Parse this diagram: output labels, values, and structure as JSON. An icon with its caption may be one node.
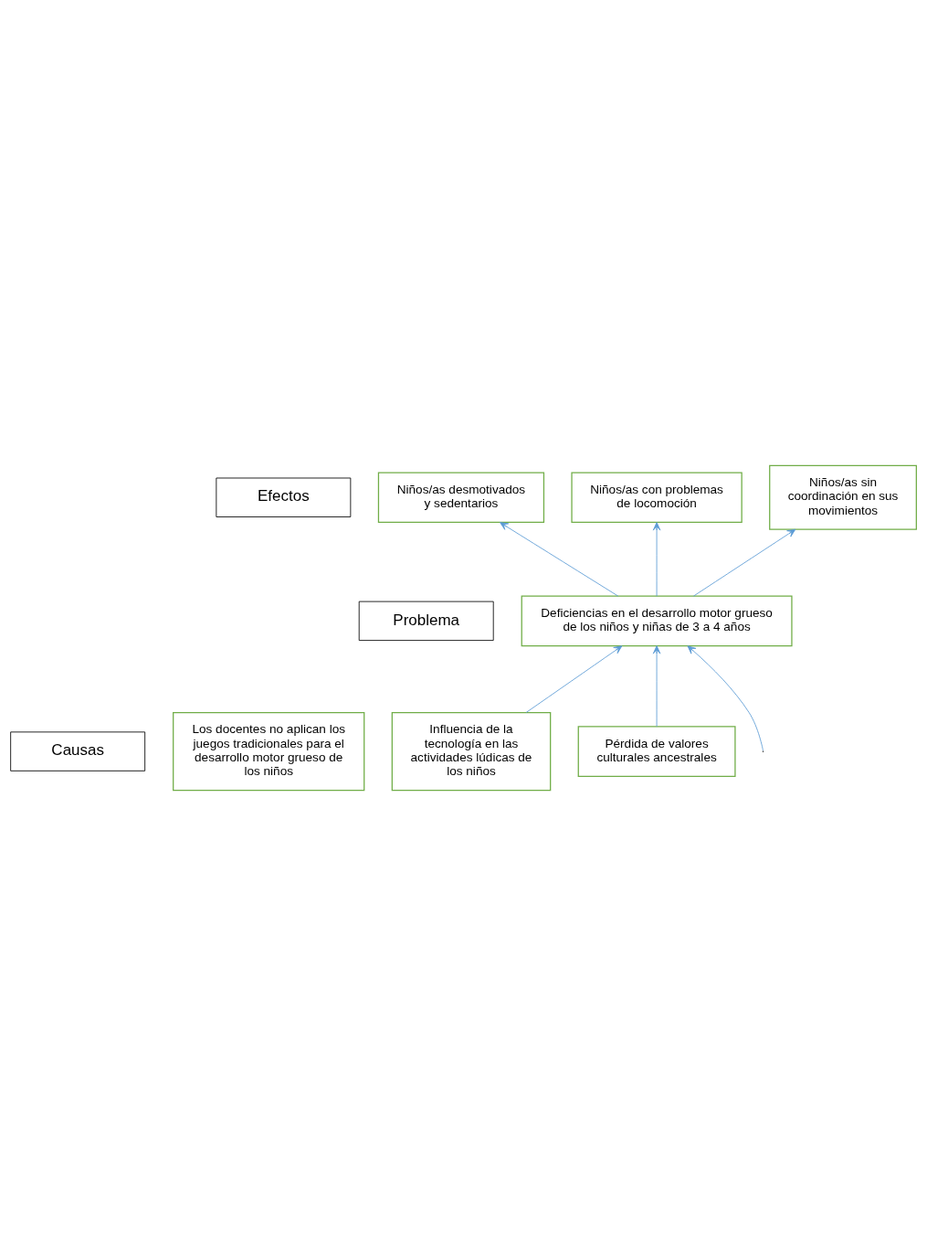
{
  "diagram": {
    "nodes": [
      {
        "text": [
          "Efectos"
        ]
      },
      {
        "text": [
          "Niños/as desmotivados y sedentarios"
        ]
      },
      {
        "text": [
          "Niños/as con problemas de locomoción"
        ]
      },
      {
        "text": [
          "Niños/as sin coordinación en sus movimientos"
        ]
      },
      {
        "text": [
          "Problema"
        ]
      },
      {
        "text": [
          "Deficiencias en el desarrollo motor grueso de los niños y niñas de 3 a 4 años"
        ]
      },
      {
        "text": [
          "Causas"
        ]
      },
      {
        "text": [
          "Los docentes no aplican los juegos tradicionales para el desarrollo motor grueso de los niños"
        ]
      },
      {
        "text": [
          "Influencia de la tecnología en las actividades lúdicas de los niños"
        ]
      },
      {
        "text": [
          "Pérdida de valores culturales ancestrales"
        ]
      }
    ],
    "edges": [
      {
        "from": 5,
        "to": 1,
        "arrow": "to",
        "color": "#5b9bd5"
      },
      {
        "from": 5,
        "to": 2,
        "arrow": "to",
        "color": "#5b9bd5"
      },
      {
        "from": 5,
        "to": 3,
        "arrow": "to",
        "color": "#5b9bd5"
      },
      {
        "from": null,
        "to": 5,
        "arrow": "to",
        "color": "#5b9bd5"
      },
      {
        "from": 8,
        "to": 5,
        "arrow": "to",
        "color": "#5b9bd5"
      },
      {
        "from": 9,
        "to": 5,
        "arrow": "to",
        "color": "#5b9bd5"
      }
    ]
  }
}
